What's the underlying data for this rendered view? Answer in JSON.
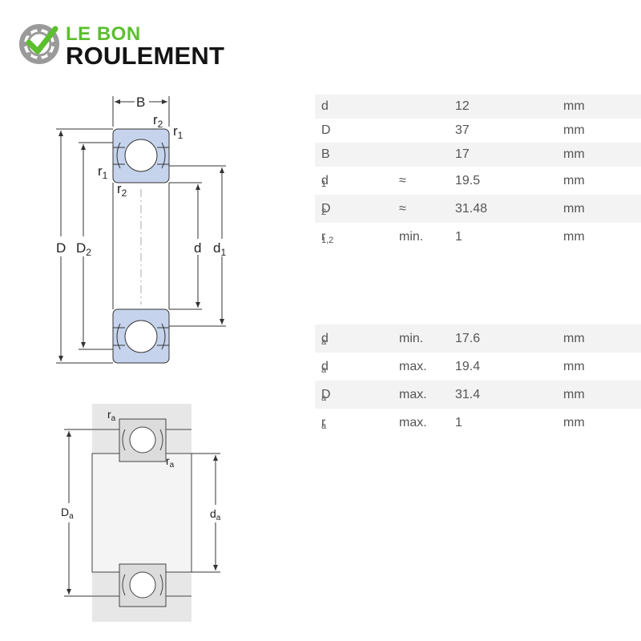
{
  "logo": {
    "line1": "LE BON",
    "line2": "ROULEMENT"
  },
  "diagram_labels": {
    "B": "B",
    "r1": "r",
    "r1_sub": "1",
    "r2": "r",
    "r2_sub": "2",
    "D": "D",
    "D2": "D",
    "D2_sub": "2",
    "d": "d",
    "d1": "d",
    "d1_sub": "1",
    "ra": "r",
    "ra_sub": "a",
    "Da": "D",
    "Da_sub": "a",
    "da": "d",
    "da_sub": "a"
  },
  "dimensions": [
    {
      "sym": "d",
      "sub": "",
      "qual": "",
      "value": "12",
      "unit": "mm"
    },
    {
      "sym": "D",
      "sub": "",
      "qual": "",
      "value": "37",
      "unit": "mm"
    },
    {
      "sym": "B",
      "sub": "",
      "qual": "",
      "value": "17",
      "unit": "mm"
    },
    {
      "sym": "d",
      "sub": "1",
      "qual": "≈",
      "value": "19.5",
      "unit": "mm"
    },
    {
      "sym": "D",
      "sub": "2",
      "qual": "≈",
      "value": "31.48",
      "unit": "mm"
    },
    {
      "sym": "r",
      "sub": "1,2",
      "qual": "min.",
      "value": "1",
      "unit": "mm"
    }
  ],
  "abutment": [
    {
      "sym": "d",
      "sub": "a",
      "qual": "min.",
      "value": "17.6",
      "unit": "mm"
    },
    {
      "sym": "d",
      "sub": "a",
      "qual": "max.",
      "value": "19.4",
      "unit": "mm"
    },
    {
      "sym": "D",
      "sub": "a",
      "qual": "max.",
      "value": "31.4",
      "unit": "mm"
    },
    {
      "sym": "r",
      "sub": "a",
      "qual": "max.",
      "value": "1",
      "unit": "mm"
    }
  ],
  "colors": {
    "brand_green": "#5bbf2e",
    "ring_fill": "#c6d3ec",
    "row_shade": "#f3f3f3"
  }
}
